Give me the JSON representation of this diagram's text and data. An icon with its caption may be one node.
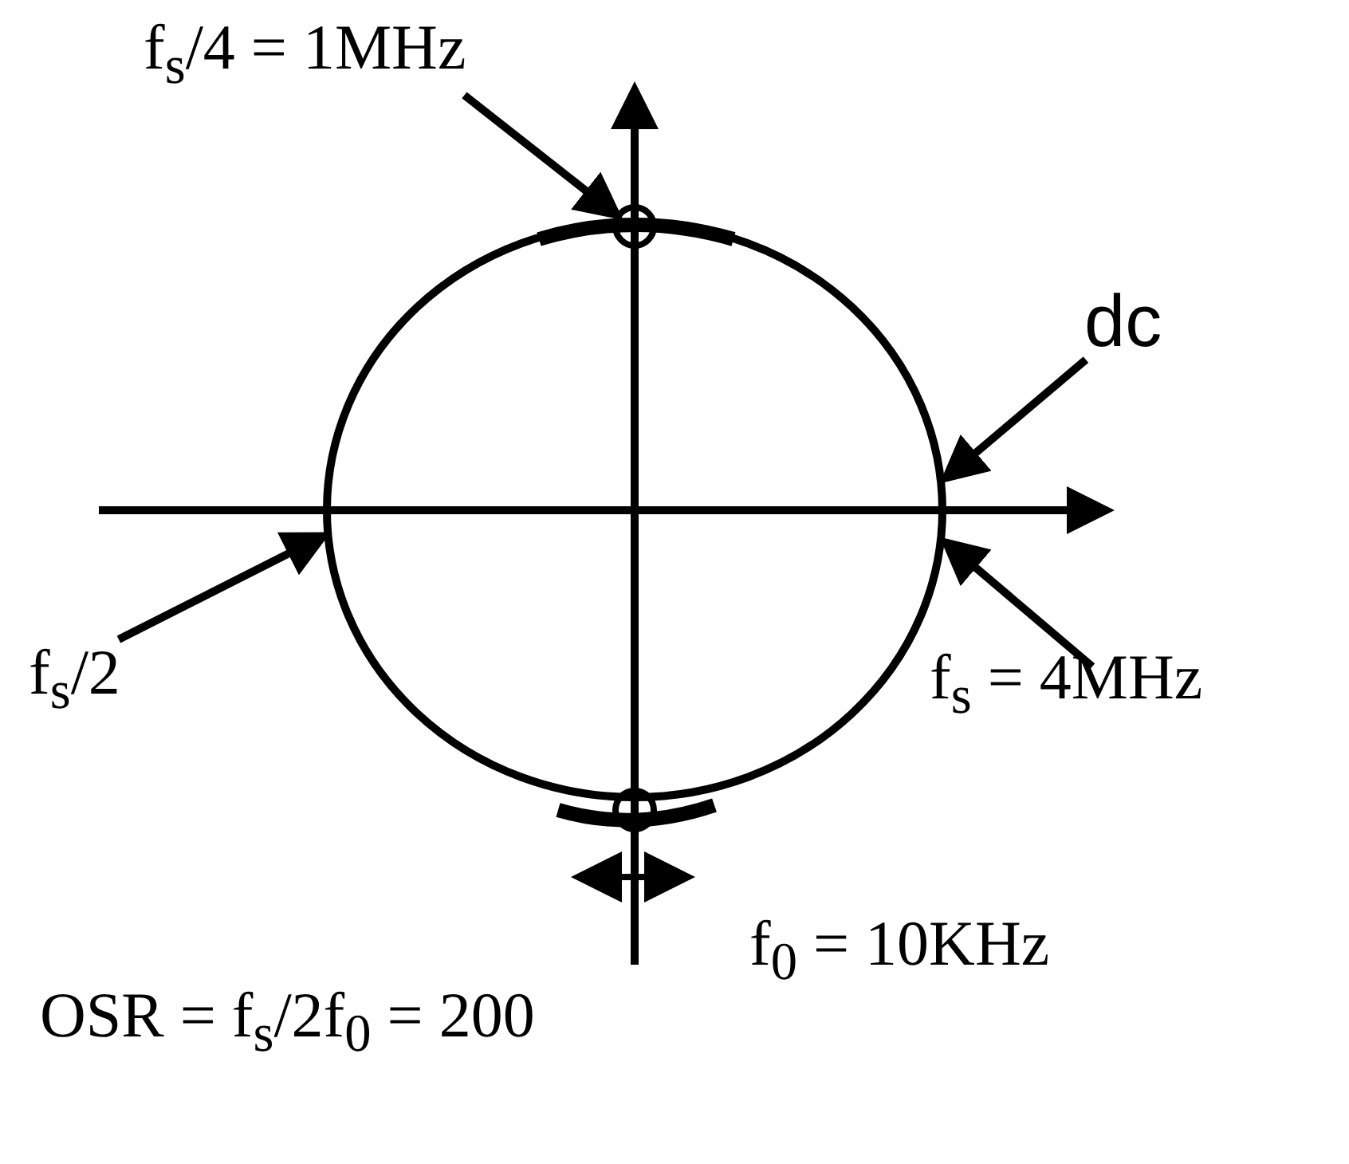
{
  "diagram": {
    "nodes": [
      {
        "text": [
          "f$_{s}$/4 = 1MHz"
        ]
      },
      {
        "text": [],
        "shape": "circle"
      },
      {
        "text": [
          "dc"
        ]
      },
      {
        "text": [
          "f$_{s}$ = 4MHz"
        ]
      },
      {
        "text": [
          "f$_{s}$/2"
        ]
      },
      {
        "text": [],
        "shape": "circle"
      },
      {
        "text": [],
        "shape": "circle"
      }
    ],
    "edges": [
      {
        "from": 0,
        "to": 1,
        "arrow": "to"
      },
      {
        "from": 2,
        "to": 6,
        "arrow": "to"
      },
      {
        "from": 3,
        "to": 6,
        "arrow": "to"
      },
      {
        "from": 4,
        "to": 6,
        "arrow": "to"
      }
    ],
    "labels": [
      "f$_{0}$ = 10KHz",
      "OSR = f$_{s}$/2f$_{0}$ = 200"
    ]
  }
}
